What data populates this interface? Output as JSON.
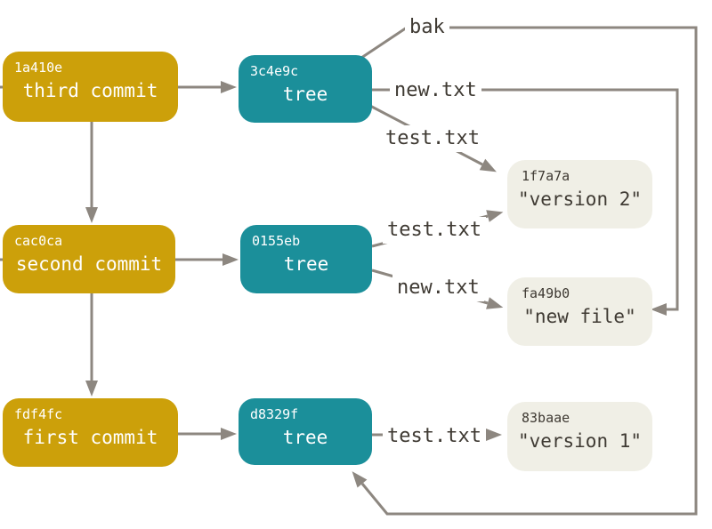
{
  "colors": {
    "canvas_bg": "#ffffff",
    "commit_bg": "#cca00a",
    "tree_bg": "#1b8f9a",
    "blob_bg": "#f0efe6",
    "node_text": "#ffffff",
    "dark_text": "#3f3a33",
    "label_bg": "#ffffff",
    "line": "#8d8780"
  },
  "nodes": {
    "commit_third": {
      "hash": "1a410e",
      "label": "third commit"
    },
    "commit_second": {
      "hash": "cac0ca",
      "label": "second commit"
    },
    "commit_first": {
      "hash": "fdf4fc",
      "label": "first commit"
    },
    "tree_third": {
      "hash": "3c4e9c",
      "label": "tree"
    },
    "tree_second": {
      "hash": "0155eb",
      "label": "tree"
    },
    "tree_first": {
      "hash": "d8329f",
      "label": "tree"
    },
    "blob_version2": {
      "hash": "1f7a7a",
      "label": "\"version 2\""
    },
    "blob_newfile": {
      "hash": "fa49b0",
      "label": "\"new file\""
    },
    "blob_version1": {
      "hash": "83baae",
      "label": "\"version 1\""
    }
  },
  "edge_labels": {
    "bak": "bak",
    "new1": "new.txt",
    "test1": "test.txt",
    "test2": "test.txt",
    "new2": "new.txt",
    "test3": "test.txt"
  },
  "edges": [
    {
      "from": "commit_third",
      "to": "tree_third",
      "label": ""
    },
    {
      "from": "commit_third",
      "to": "commit_second",
      "label": ""
    },
    {
      "from": "commit_second",
      "to": "tree_second",
      "label": ""
    },
    {
      "from": "commit_second",
      "to": "commit_first",
      "label": ""
    },
    {
      "from": "commit_first",
      "to": "tree_first",
      "label": ""
    },
    {
      "from": "tree_third",
      "to": "tree_first",
      "label": "bak"
    },
    {
      "from": "tree_third",
      "to": "blob_newfile",
      "label": "new.txt"
    },
    {
      "from": "tree_third",
      "to": "blob_version2",
      "label": "test.txt"
    },
    {
      "from": "tree_second",
      "to": "blob_version2",
      "label": "test.txt"
    },
    {
      "from": "tree_second",
      "to": "blob_newfile",
      "label": "new.txt"
    },
    {
      "from": "tree_first",
      "to": "blob_version1",
      "label": "test.txt"
    }
  ]
}
